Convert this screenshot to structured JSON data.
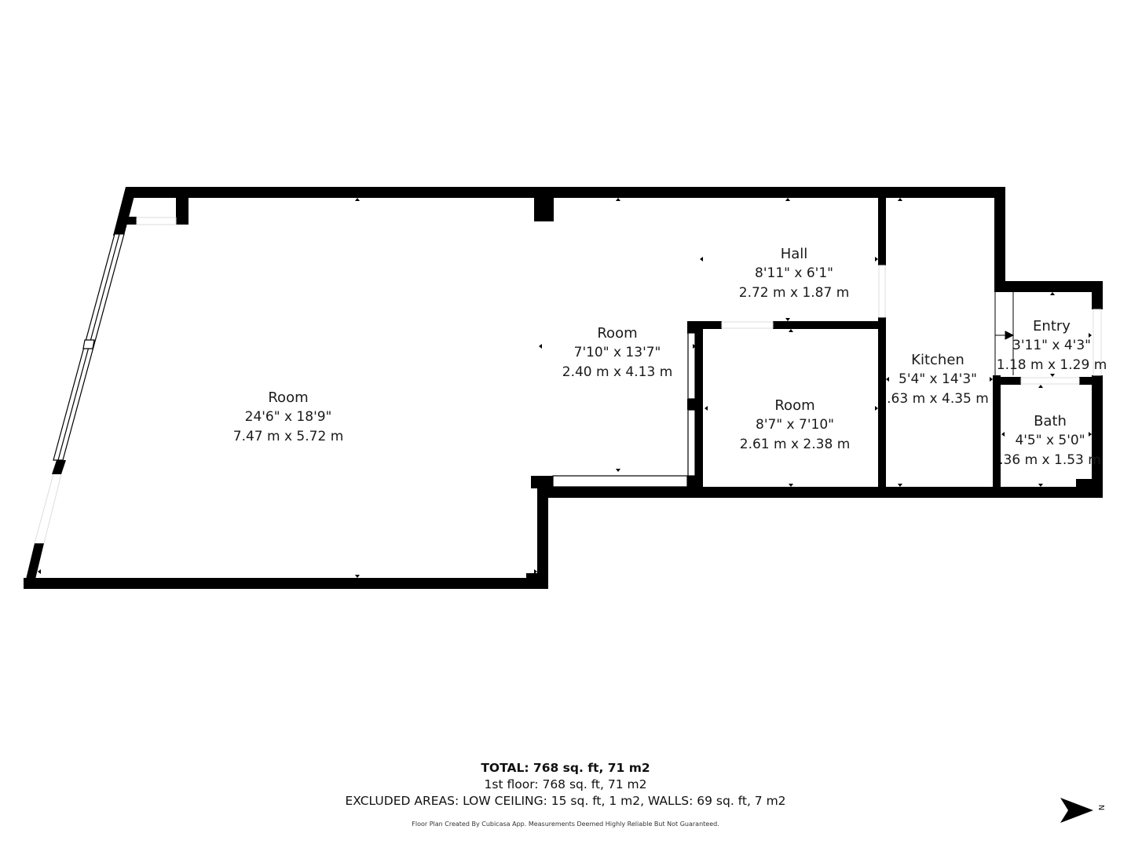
{
  "plan": {
    "rooms": [
      {
        "name": "Room",
        "imperial": "24'6\" x 18'9\"",
        "metric": "7.47 m x 5.72 m"
      },
      {
        "name": "Room",
        "imperial": "7'10\" x 13'7\"",
        "metric": "2.40 m x 4.13 m"
      },
      {
        "name": "Hall",
        "imperial": "8'11\" x 6'1\"",
        "metric": "2.72 m x 1.87 m"
      },
      {
        "name": "Room",
        "imperial": "8'7\" x 7'10\"",
        "metric": "2.61 m x 2.38 m"
      },
      {
        "name": "Kitchen",
        "imperial": "5'4\" x 14'3\"",
        "metric": ".63 m x 4.35 m"
      },
      {
        "name": "Entry",
        "imperial": "3'11\" x 4'3\"",
        "metric": "1.18 m x 1.29 m"
      },
      {
        "name": "Bath",
        "imperial": "4'5\" x 5'0\"",
        "metric": ".36 m x 1.53 m"
      }
    ],
    "wall_color": "#000000",
    "background_color": "#ffffff"
  },
  "summary": {
    "total": "TOTAL: 768 sq. ft, 71 m2",
    "floor": "1st floor: 768 sq. ft, 71 m2",
    "excluded": "EXCLUDED AREAS: LOW CEILING: 15 sq. ft, 1 m2, WALLS: 69 sq. ft, 7 m2",
    "credit": "Floor Plan Created By Cubicasa App. Measurements Deemed Highly Reliable But Not Guaranteed."
  },
  "compass": {
    "icon": "north-arrow-icon",
    "label": "N"
  }
}
